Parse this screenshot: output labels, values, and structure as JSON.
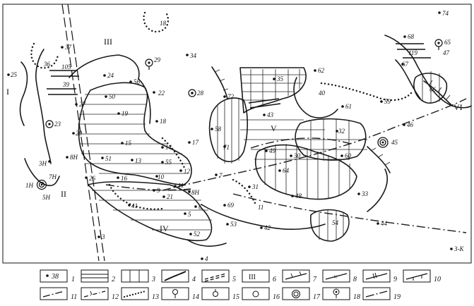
{
  "regions": [
    "I",
    "II",
    "III",
    "IV",
    "V",
    "VI"
  ],
  "points": {
    "p74": "74",
    "p68": "68",
    "p65": "65",
    "p47": "47",
    "p119": "119",
    "p67": "67",
    "p37": "37",
    "p36": "36",
    "p105": "105",
    "p39": "39",
    "p25": "25",
    "p27": "27",
    "p23": "23",
    "p18": "18",
    "p29": "29",
    "p34": "34",
    "p24": "24",
    "p56": "56",
    "p50": "50",
    "p22": "22",
    "p28": "28",
    "p19": "19",
    "p18b": "18",
    "p20": "20",
    "p15": "15",
    "p14": "14",
    "p17": "17",
    "p8H": "8H",
    "p51": "51",
    "p13": "13",
    "p55": "55",
    "p3H": "3H",
    "p7H": "7H",
    "p1H": "1H",
    "p5H": "5H",
    "p26": "26",
    "p16": "16",
    "p10": "10",
    "p12": "12",
    "p9": "9",
    "p11": "11",
    "p8Hb": "8H",
    "p21": "21",
    "p7": "7",
    "p41": "41",
    "p5": "5",
    "p6": "6",
    "p69": "69",
    "p52": "52",
    "p53": "53",
    "p42": "42",
    "p3": "3",
    "p4": "4",
    "p62": "62",
    "p35": "35",
    "p40": "40",
    "p61": "61",
    "p59": "59",
    "p66": "66",
    "p72": "72",
    "p43": "43",
    "p58": "58",
    "p71": "71",
    "p32": "32",
    "p46": "46",
    "p45": "45",
    "p49": "49",
    "p30": "30",
    "p60": "60",
    "p64": "64",
    "p31": "31",
    "p48": "48",
    "p33": "33",
    "p11b": "11",
    "p54": "54",
    "p44": "44",
    "p3K": "3-K"
  },
  "legend": {
    "sample_value": "38",
    "numbers": [
      "1",
      "2",
      "3",
      "4",
      "5",
      "6",
      "7",
      "8",
      "9",
      "10",
      "11",
      "12",
      "13",
      "14",
      "15",
      "16",
      "17",
      "18",
      "19"
    ],
    "item6_symbol": "III"
  }
}
